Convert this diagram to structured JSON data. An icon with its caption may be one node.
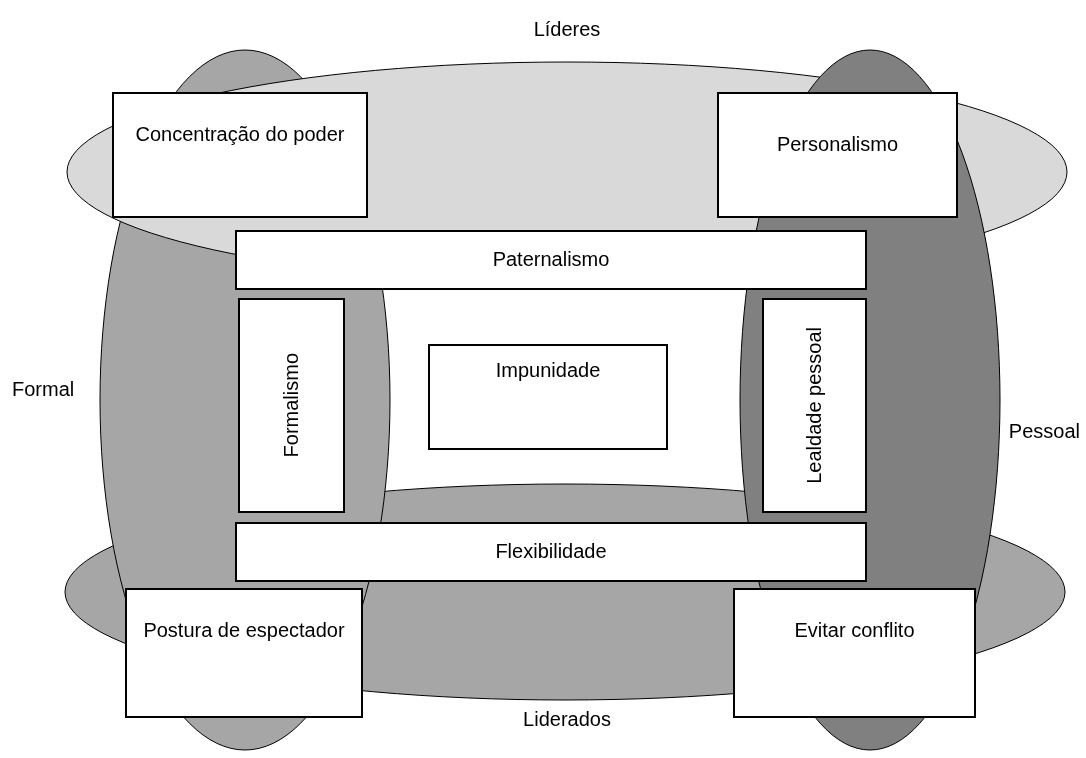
{
  "diagram": {
    "nodes": [
      {
        "text": [
          "Concentração do poder"
        ]
      },
      {
        "text": [
          "Personalismo"
        ]
      },
      {
        "text": [
          "Paternalismo"
        ]
      },
      {
        "text": [
          "Formalismo"
        ]
      },
      {
        "text": [
          "Impunidade"
        ]
      },
      {
        "text": [
          "Lealdade pessoal"
        ]
      },
      {
        "text": [
          "Flexibilidade"
        ]
      },
      {
        "text": [
          "Postura de espectador"
        ]
      },
      {
        "text": [
          "Evitar conflito"
        ]
      }
    ],
    "labels": [
      "Líderes",
      "Formal",
      "Pessoal",
      "Liderados"
    ]
  }
}
